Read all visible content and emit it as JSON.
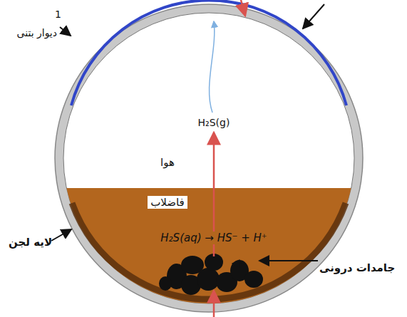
{
  "diagram": {
    "labels": [
      "1",
      "دیوار بتنی",
      "هوا",
      "فاضلاب",
      "H₂S(g)",
      "H₂S(aq) → HS⁻ + H⁺",
      "لایه لجن",
      "جامدات درونی"
    ]
  }
}
